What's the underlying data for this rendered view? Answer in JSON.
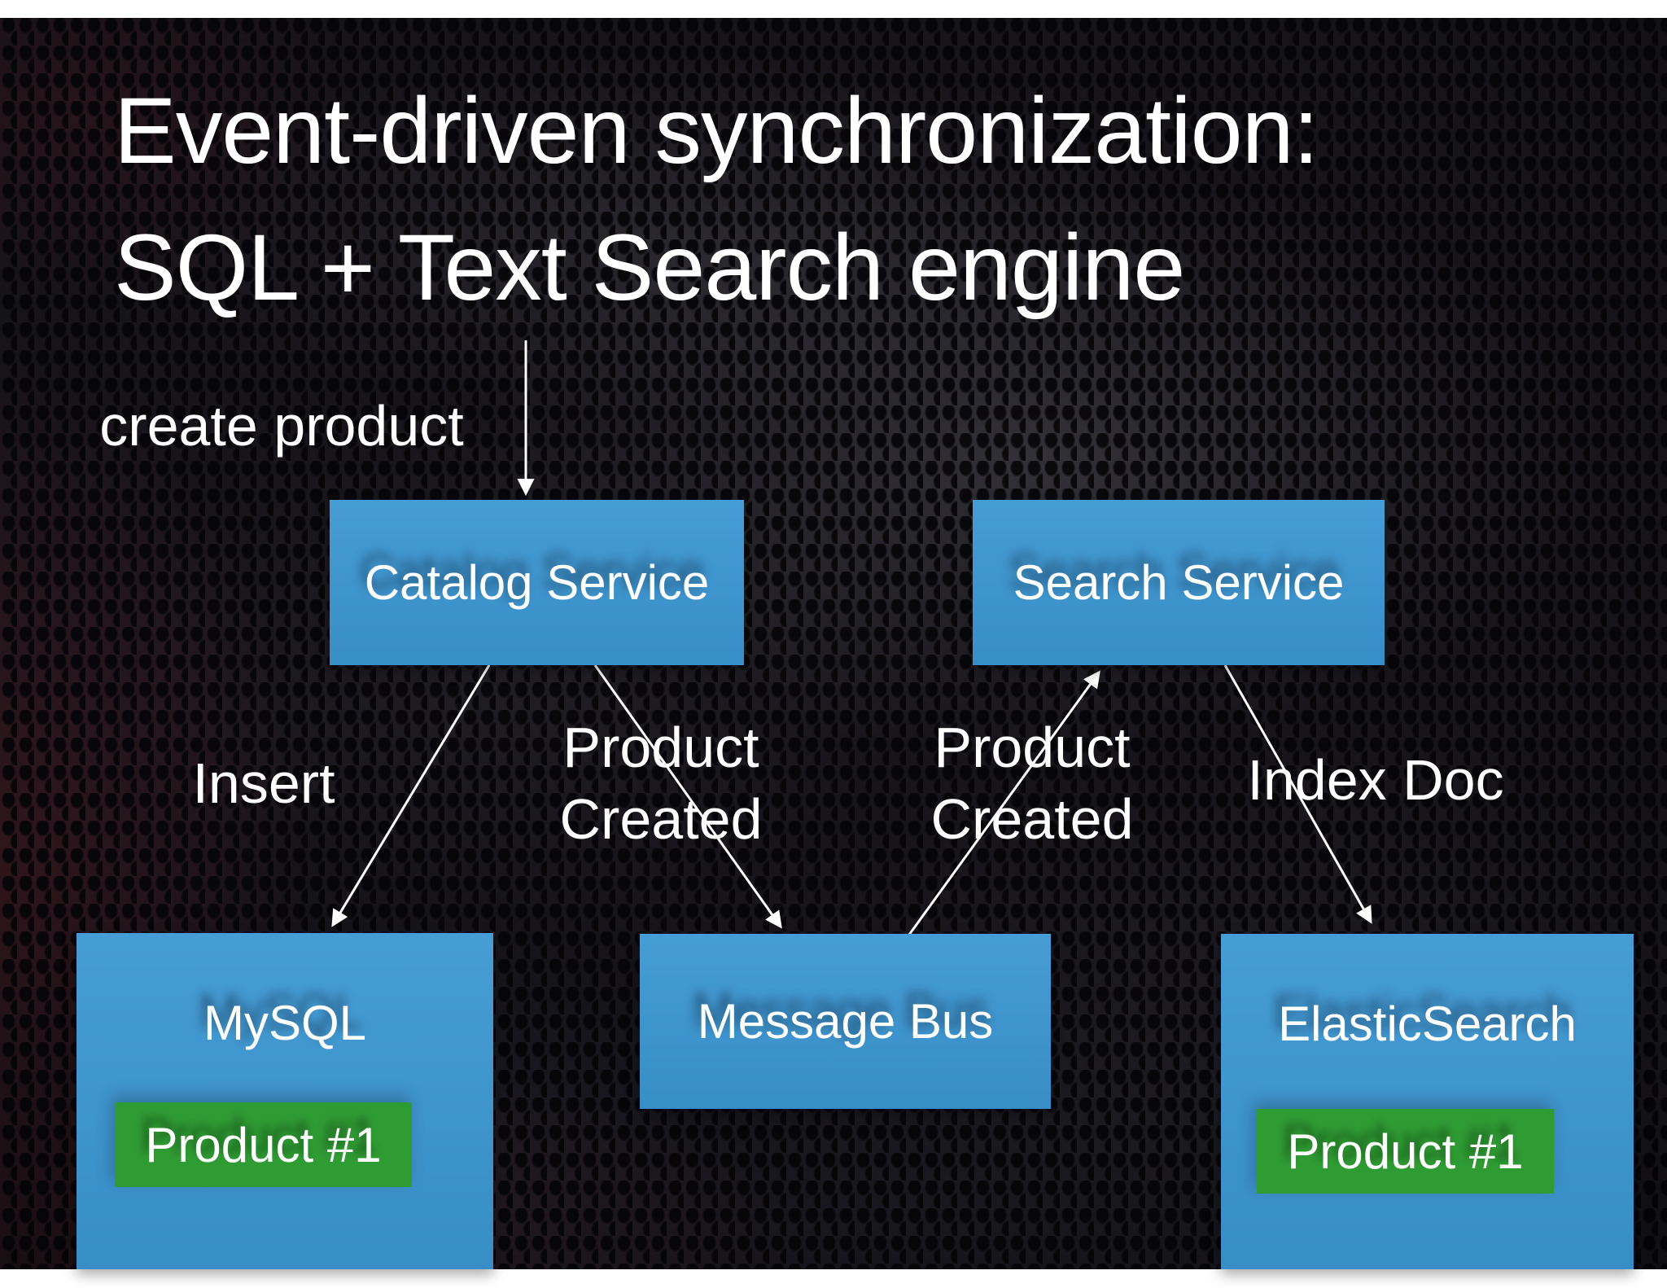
{
  "slide": {
    "title_line1": "Event-driven synchronization:",
    "title_line2": "SQL + Text Search engine"
  },
  "colors": {
    "service_box_blue": "#3b96d2",
    "record_box_green": "#2f9b33",
    "text_white": "#ffffff",
    "arrow_white": "#ffffff",
    "page_margin_white": "#ffffff"
  },
  "diagram": {
    "nodes": {
      "catalog": {
        "label": "Catalog Service"
      },
      "search": {
        "label": "Search Service"
      },
      "mysql": {
        "label": "MySQL"
      },
      "message_bus": {
        "label": "Message Bus"
      },
      "elasticsearch": {
        "label": "ElasticSearch"
      }
    },
    "records": {
      "mysql_product": {
        "label": "Product #1"
      },
      "elasticsearch_product": {
        "label": "Product #1"
      }
    },
    "edges": [
      {
        "from": "user",
        "to": "catalog",
        "label": "create product"
      },
      {
        "from": "catalog",
        "to": "mysql",
        "label": "Insert"
      },
      {
        "from": "catalog",
        "to": "message_bus",
        "label": "Product Created"
      },
      {
        "from": "message_bus",
        "to": "search",
        "label": "Product Created"
      },
      {
        "from": "search",
        "to": "elasticsearch",
        "label": "Index Doc"
      }
    ]
  }
}
